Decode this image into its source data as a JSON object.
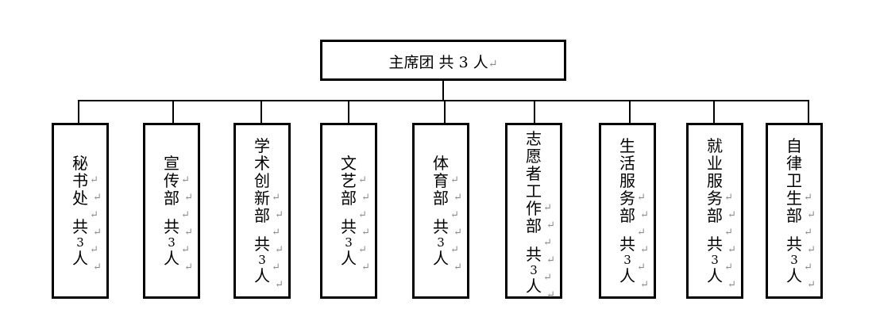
{
  "top": {
    "label_prefix": "主席团",
    "label_gong": "共",
    "label_num": "3",
    "label_ren": "人",
    "return_mark": "↵"
  },
  "departments": [
    {
      "name": [
        "秘",
        "书",
        "处"
      ],
      "gong": "共",
      "num": "3",
      "ren": "人"
    },
    {
      "name": [
        "宣",
        "传",
        "部"
      ],
      "gong": "共",
      "num": "3",
      "ren": "人"
    },
    {
      "name": [
        "学",
        "术",
        "创",
        "新",
        "部"
      ],
      "gong": "共",
      "num": "3",
      "ren": "人"
    },
    {
      "name": [
        "文",
        "艺",
        "部"
      ],
      "gong": "共",
      "num": "3",
      "ren": "人"
    },
    {
      "name": [
        "体",
        "育",
        "部"
      ],
      "gong": "共",
      "num": "3",
      "ren": "人"
    },
    {
      "name": [
        "志",
        "愿",
        "者",
        "工",
        "作",
        "部"
      ],
      "gong": "共",
      "num": "3",
      "ren": "人"
    },
    {
      "name": [
        "生",
        "活",
        "服",
        "务",
        "部"
      ],
      "gong": "共",
      "num": "3",
      "ren": "人"
    },
    {
      "name": [
        "就",
        "业",
        "服",
        "务",
        "部"
      ],
      "gong": "共",
      "num": "3",
      "ren": "人"
    },
    {
      "name": [
        "自",
        "律",
        "卫",
        "生",
        "部"
      ],
      "gong": "共",
      "num": "3",
      "ren": "人"
    }
  ],
  "return_mark": "↵"
}
